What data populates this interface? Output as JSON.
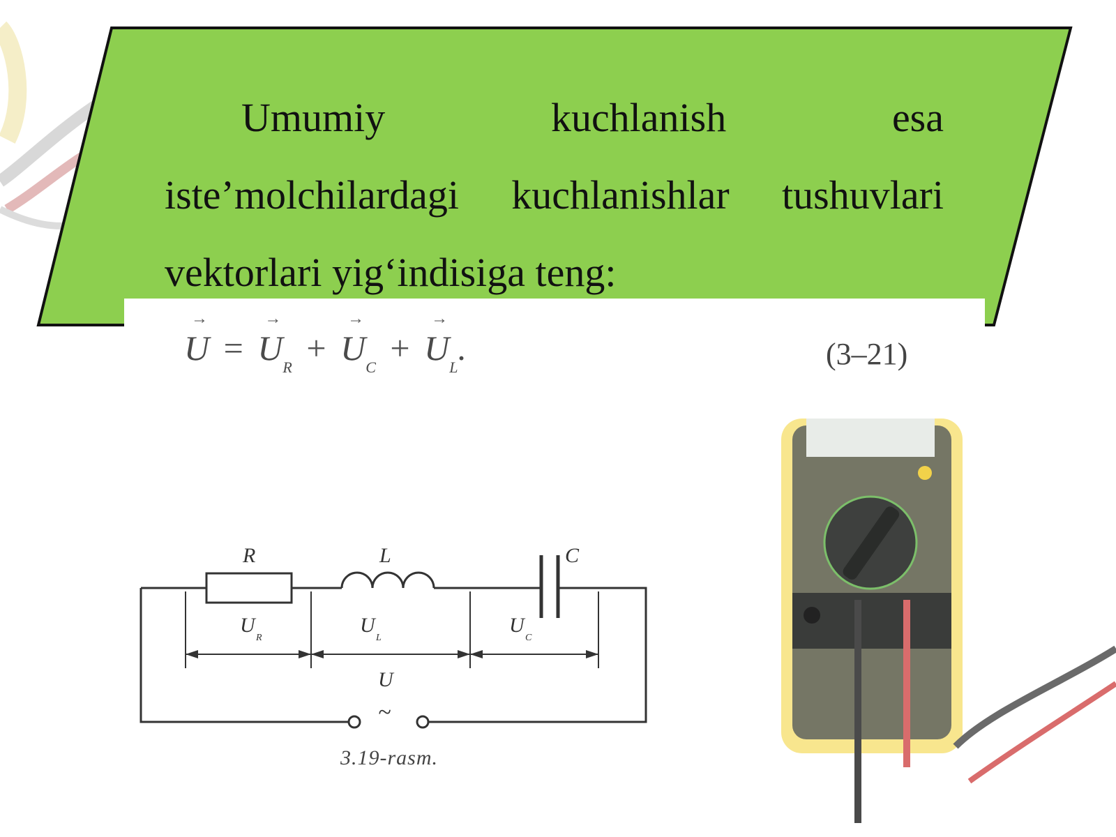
{
  "paragraph": {
    "line1": [
      "Umumiy",
      "kuchlanish",
      "esa"
    ],
    "line2": [
      "iste’molchilardagi",
      "kuchlanishlar",
      "tushuvlari"
    ],
    "line3": "vektorlari yig‘indisiga teng:"
  },
  "formula": {
    "lhs": "U",
    "equals": "=",
    "terms": [
      {
        "symbol": "U",
        "sub": "R"
      },
      {
        "symbol": "U",
        "sub": "C"
      },
      {
        "symbol": "U",
        "sub": "L"
      }
    ],
    "plus": "+",
    "end": ".",
    "number": "(3–21)"
  },
  "circuit": {
    "labels": {
      "r": "R",
      "l": "L",
      "c": "C"
    },
    "voltages": {
      "ur": "U",
      "ur_sub": "R",
      "ul": "U",
      "ul_sub": "L",
      "uc": "U",
      "uc_sub": "C",
      "u": "U"
    },
    "source_symbol": "~",
    "caption": "3.19-rasm."
  },
  "colors": {
    "banner_fill": "#8dcf4f",
    "banner_stroke": "#111111"
  }
}
